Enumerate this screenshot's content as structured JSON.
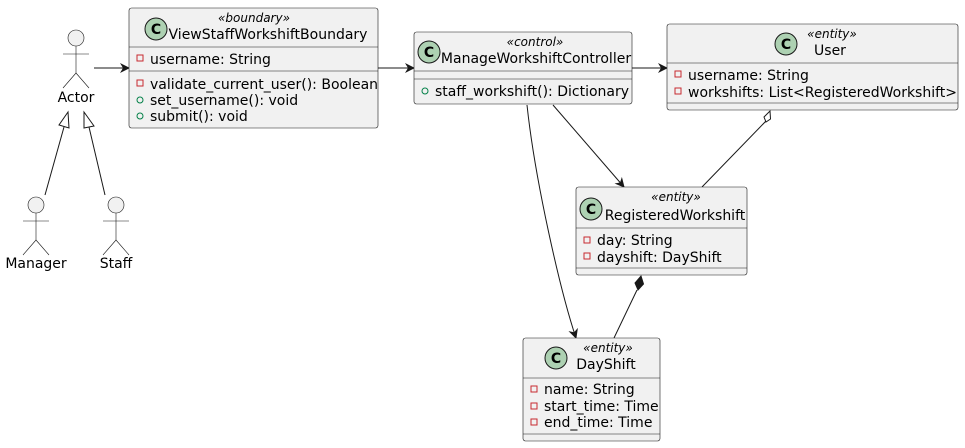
{
  "actors": [
    {
      "id": "actor",
      "label": "Actor"
    },
    {
      "id": "manager",
      "label": "Manager"
    },
    {
      "id": "staff",
      "label": "Staff"
    }
  ],
  "classes": [
    {
      "id": "boundary",
      "stereotype": "«boundary»",
      "name": "ViewStaffWorkshiftBoundary",
      "attributes": [
        {
          "vis": "private",
          "text": "username: String"
        }
      ],
      "methods": [
        {
          "vis": "private",
          "text": "validate_current_user(): Boolean"
        },
        {
          "vis": "public",
          "text": "set_username(): void"
        },
        {
          "vis": "public",
          "text": "submit(): void"
        }
      ]
    },
    {
      "id": "control",
      "stereotype": "«control»",
      "name": "ManageWorkshiftController",
      "attributes": [],
      "methods": [
        {
          "vis": "public",
          "text": "staff_workshift(): Dictionary"
        }
      ]
    },
    {
      "id": "user",
      "stereotype": "«entity»",
      "name": "User",
      "attributes": [
        {
          "vis": "private",
          "text": "username: String"
        },
        {
          "vis": "private",
          "text": "workshifts: List<RegisteredWorkshift>"
        }
      ],
      "methods": []
    },
    {
      "id": "registered",
      "stereotype": "«entity»",
      "name": "RegisteredWorkshift",
      "attributes": [
        {
          "vis": "private",
          "text": "day: String"
        },
        {
          "vis": "private",
          "text": "dayshift: DayShift"
        }
      ],
      "methods": []
    },
    {
      "id": "dayshift",
      "stereotype": "«entity»",
      "name": "DayShift",
      "attributes": [
        {
          "vis": "private",
          "text": "name: String"
        },
        {
          "vis": "private",
          "text": "start_time: Time"
        },
        {
          "vis": "private",
          "text": "end_time: Time"
        }
      ],
      "methods": []
    }
  ],
  "class_icon_letter": "C",
  "relations": [
    {
      "from": "actor",
      "to": "boundary",
      "type": "association-arrow"
    },
    {
      "from": "boundary",
      "to": "control",
      "type": "association-arrow"
    },
    {
      "from": "control",
      "to": "user",
      "type": "association-arrow"
    },
    {
      "from": "control",
      "to": "registered",
      "type": "association-arrow"
    },
    {
      "from": "control",
      "to": "dayshift",
      "type": "association-arrow"
    },
    {
      "from": "user",
      "to": "registered",
      "type": "aggregation"
    },
    {
      "from": "registered",
      "to": "dayshift",
      "type": "composition"
    },
    {
      "from": "manager",
      "to": "actor",
      "type": "generalization"
    },
    {
      "from": "staff",
      "to": "actor",
      "type": "generalization"
    }
  ],
  "colors": {
    "class_fill": "#f1f1f1",
    "line": "#181818",
    "class_icon": "#add1b2",
    "private_visibility": "#c82930",
    "public_visibility": "#038048"
  }
}
